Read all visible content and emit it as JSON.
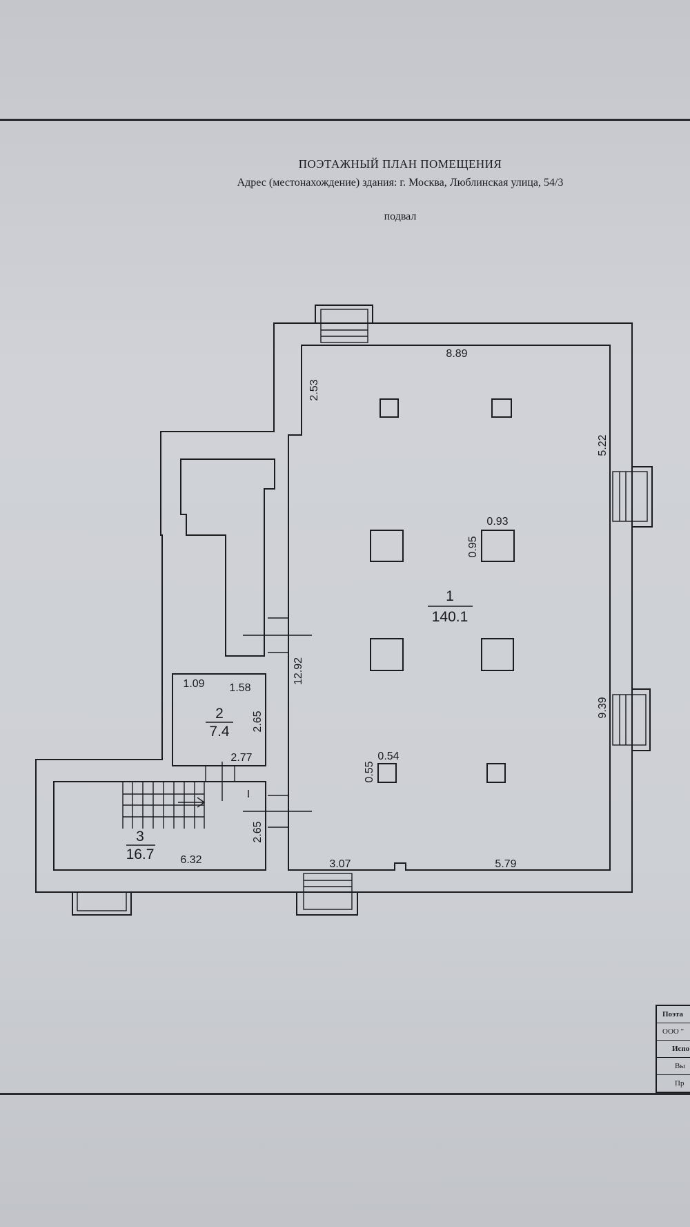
{
  "header": {
    "title": "ПОЭТАЖНЫЙ ПЛАН ПОМЕЩЕНИЯ",
    "address": "Адрес (местонахождение) здания: г. Москва, Люблинская улица, 54/3",
    "floor": "подвал"
  },
  "rooms": [
    {
      "number": "1",
      "area": "140.1"
    },
    {
      "number": "2",
      "area": "7.4"
    },
    {
      "number": "3",
      "area": "16.7"
    }
  ],
  "dimensions": {
    "top_width": "8.89",
    "left_upper_height": "2.53",
    "right_upper_height": "5.22",
    "column_width": "0.93",
    "column_height": "0.95",
    "main_left_height": "12.92",
    "right_lower_height": "9.39",
    "small_column_width": "0.54",
    "small_column_height": "0.55",
    "bottom_left_width": "3.07",
    "bottom_right_width": "5.79",
    "room2_left_width": "1.09",
    "room2_right_width": "1.58",
    "room2_height": "2.65",
    "room2_bottom_width": "2.77",
    "room3_height": "2.65",
    "room3_width": "6.32",
    "stair_mark": "I"
  },
  "stamp": {
    "rows": [
      "Поэта",
      "ООО \"",
      "Испо",
      "Вы",
      "Пр"
    ]
  },
  "colors": {
    "paper": "#cdd0d5",
    "ink": "#1c1c1f"
  }
}
